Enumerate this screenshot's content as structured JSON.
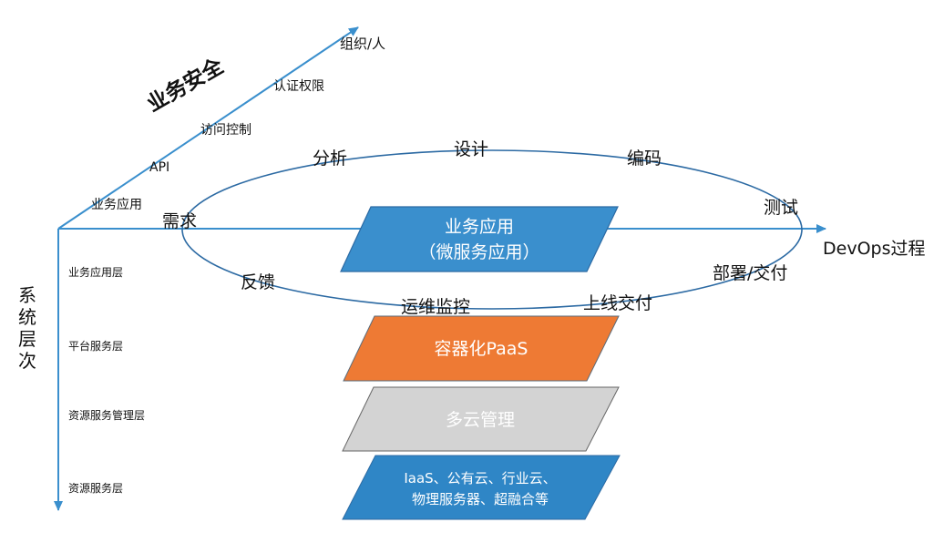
{
  "diagram": {
    "security_axis": {
      "title": "业务安全",
      "labels": [
        "业务应用",
        "API",
        "访问控制",
        "认证权限",
        "组织/人"
      ]
    },
    "devops_axis": {
      "title": "DevOps过程"
    },
    "system_axis": {
      "title": "系统层次",
      "layers": [
        "业务应用层",
        "平台服务层",
        "资源服务管理层",
        "资源服务层"
      ]
    },
    "cycle": {
      "stages": [
        "需求",
        "分析",
        "设计",
        "编码",
        "测试",
        "部署/交付",
        "上线交付",
        "运维监控",
        "反馈"
      ]
    },
    "blocks": [
      {
        "line1": "业务应用",
        "line2": "（微服务应用）",
        "color": "#3a8fcd",
        "text_color": "#ffffff"
      },
      {
        "line1": "容器化PaaS",
        "line2": "",
        "color": "#ee7a34",
        "text_color": "#ffffff"
      },
      {
        "line1": "多云管理",
        "line2": "",
        "color": "#d3d3d3",
        "text_color": "#ffffff"
      },
      {
        "line1": "IaaS、公有云、行业云、",
        "line2": "物理服务器、超融合等",
        "color": "#2f86c6",
        "text_color": "#ffffff"
      }
    ],
    "axis_color": "#3a8fcd"
  }
}
